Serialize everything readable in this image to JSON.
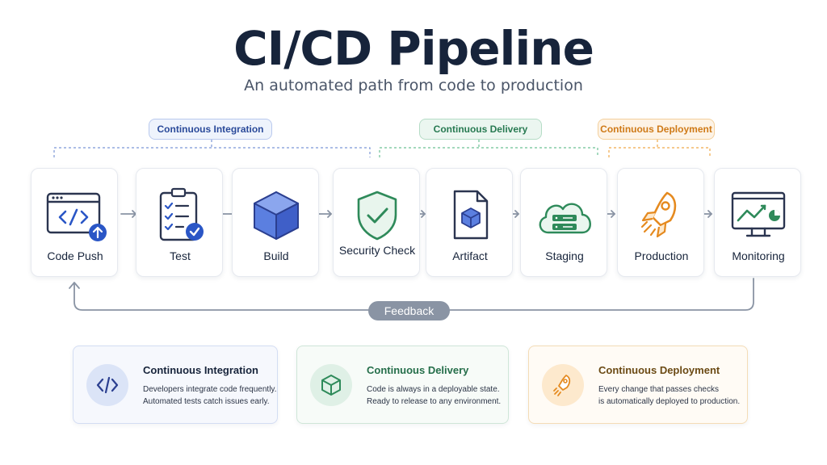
{
  "title": "CI/CD Pipeline",
  "subtitle": "An automated path from code to production",
  "phases": {
    "ci": "Continuous Integration",
    "delivery": "Continuous Delivery",
    "deployment": "Continuous Deployment"
  },
  "stages": [
    {
      "label": "Code Push",
      "icon": "code-window-upload-icon"
    },
    {
      "label": "Test",
      "icon": "checklist-clipboard-icon"
    },
    {
      "label": "Build",
      "icon": "cube-icon"
    },
    {
      "label": "Security Check",
      "icon": "shield-check-icon"
    },
    {
      "label": "Artifact",
      "icon": "package-document-icon"
    },
    {
      "label": "Staging",
      "icon": "cloud-server-icon"
    },
    {
      "label": "Production",
      "icon": "rocket-icon"
    },
    {
      "label": "Monitoring",
      "icon": "monitor-chart-icon"
    }
  ],
  "feedback_label": "Feedback",
  "info": {
    "ci": {
      "title": "Continuous Integration",
      "line1": "Developers integrate code frequently.",
      "line2": "Automated tests catch issues early."
    },
    "delivery": {
      "title": "Continuous Delivery",
      "line1": "Code is always in a deployable state.",
      "line2": "Ready to release to any environment."
    },
    "deployment": {
      "title": "Continuous Deployment",
      "line1": "Every change that passes checks",
      "line2": "is automatically deployed to production."
    }
  },
  "colors": {
    "navy": "#17243b",
    "ci_blue": "#2a4a9a",
    "delivery_green": "#287a52",
    "deployment_orange": "#e58a1f",
    "connector_gray": "#8a94a4"
  }
}
